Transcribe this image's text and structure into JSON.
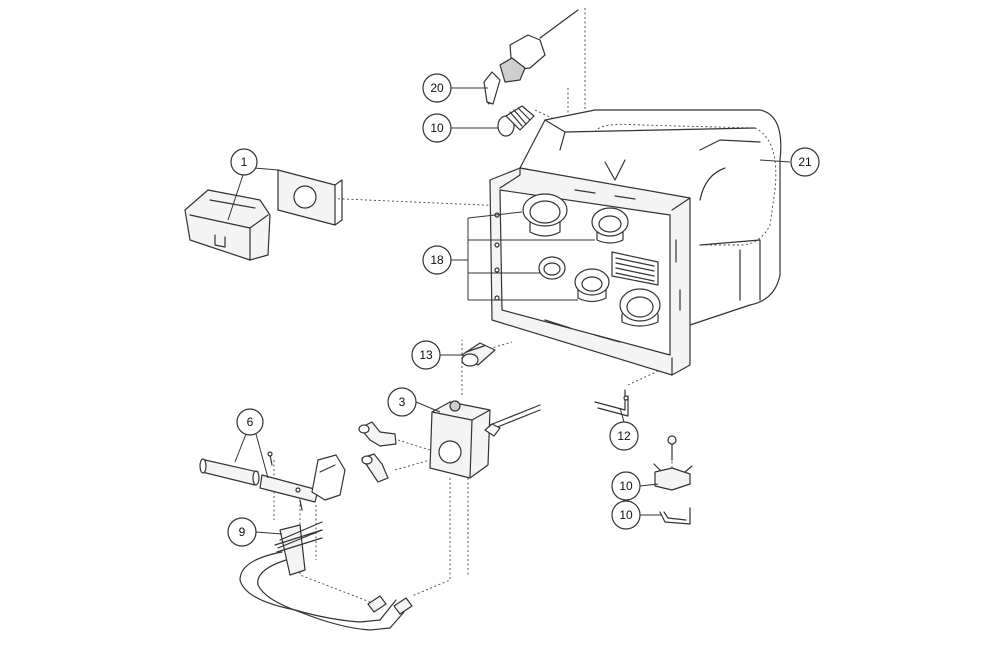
{
  "diagram": {
    "callouts": [
      {
        "id": "c20",
        "label": "20"
      },
      {
        "id": "c10a",
        "label": "10"
      },
      {
        "id": "c1",
        "label": "1"
      },
      {
        "id": "c21",
        "label": "21"
      },
      {
        "id": "c18",
        "label": "18"
      },
      {
        "id": "c13",
        "label": "13"
      },
      {
        "id": "c3",
        "label": "3"
      },
      {
        "id": "c6",
        "label": "6"
      },
      {
        "id": "c12",
        "label": "12"
      },
      {
        "id": "c10b",
        "label": "10"
      },
      {
        "id": "c10c",
        "label": "10"
      },
      {
        "id": "c9",
        "label": "9"
      }
    ]
  }
}
